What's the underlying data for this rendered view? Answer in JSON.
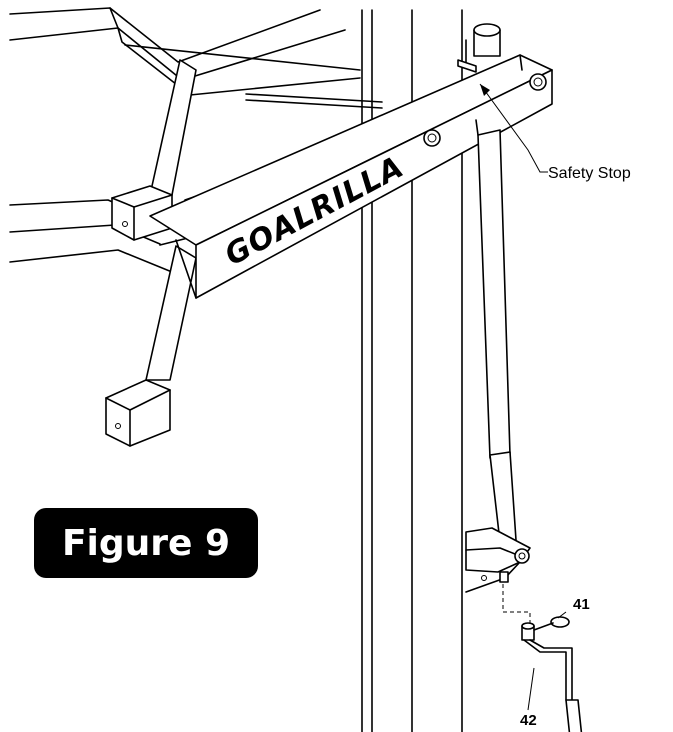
{
  "figure": {
    "label": "Figure 9"
  },
  "brand": {
    "logo_text": "GOALRILLA"
  },
  "callouts": {
    "safety_stop": "Safety Stop",
    "part_41": "41",
    "part_42": "42"
  }
}
